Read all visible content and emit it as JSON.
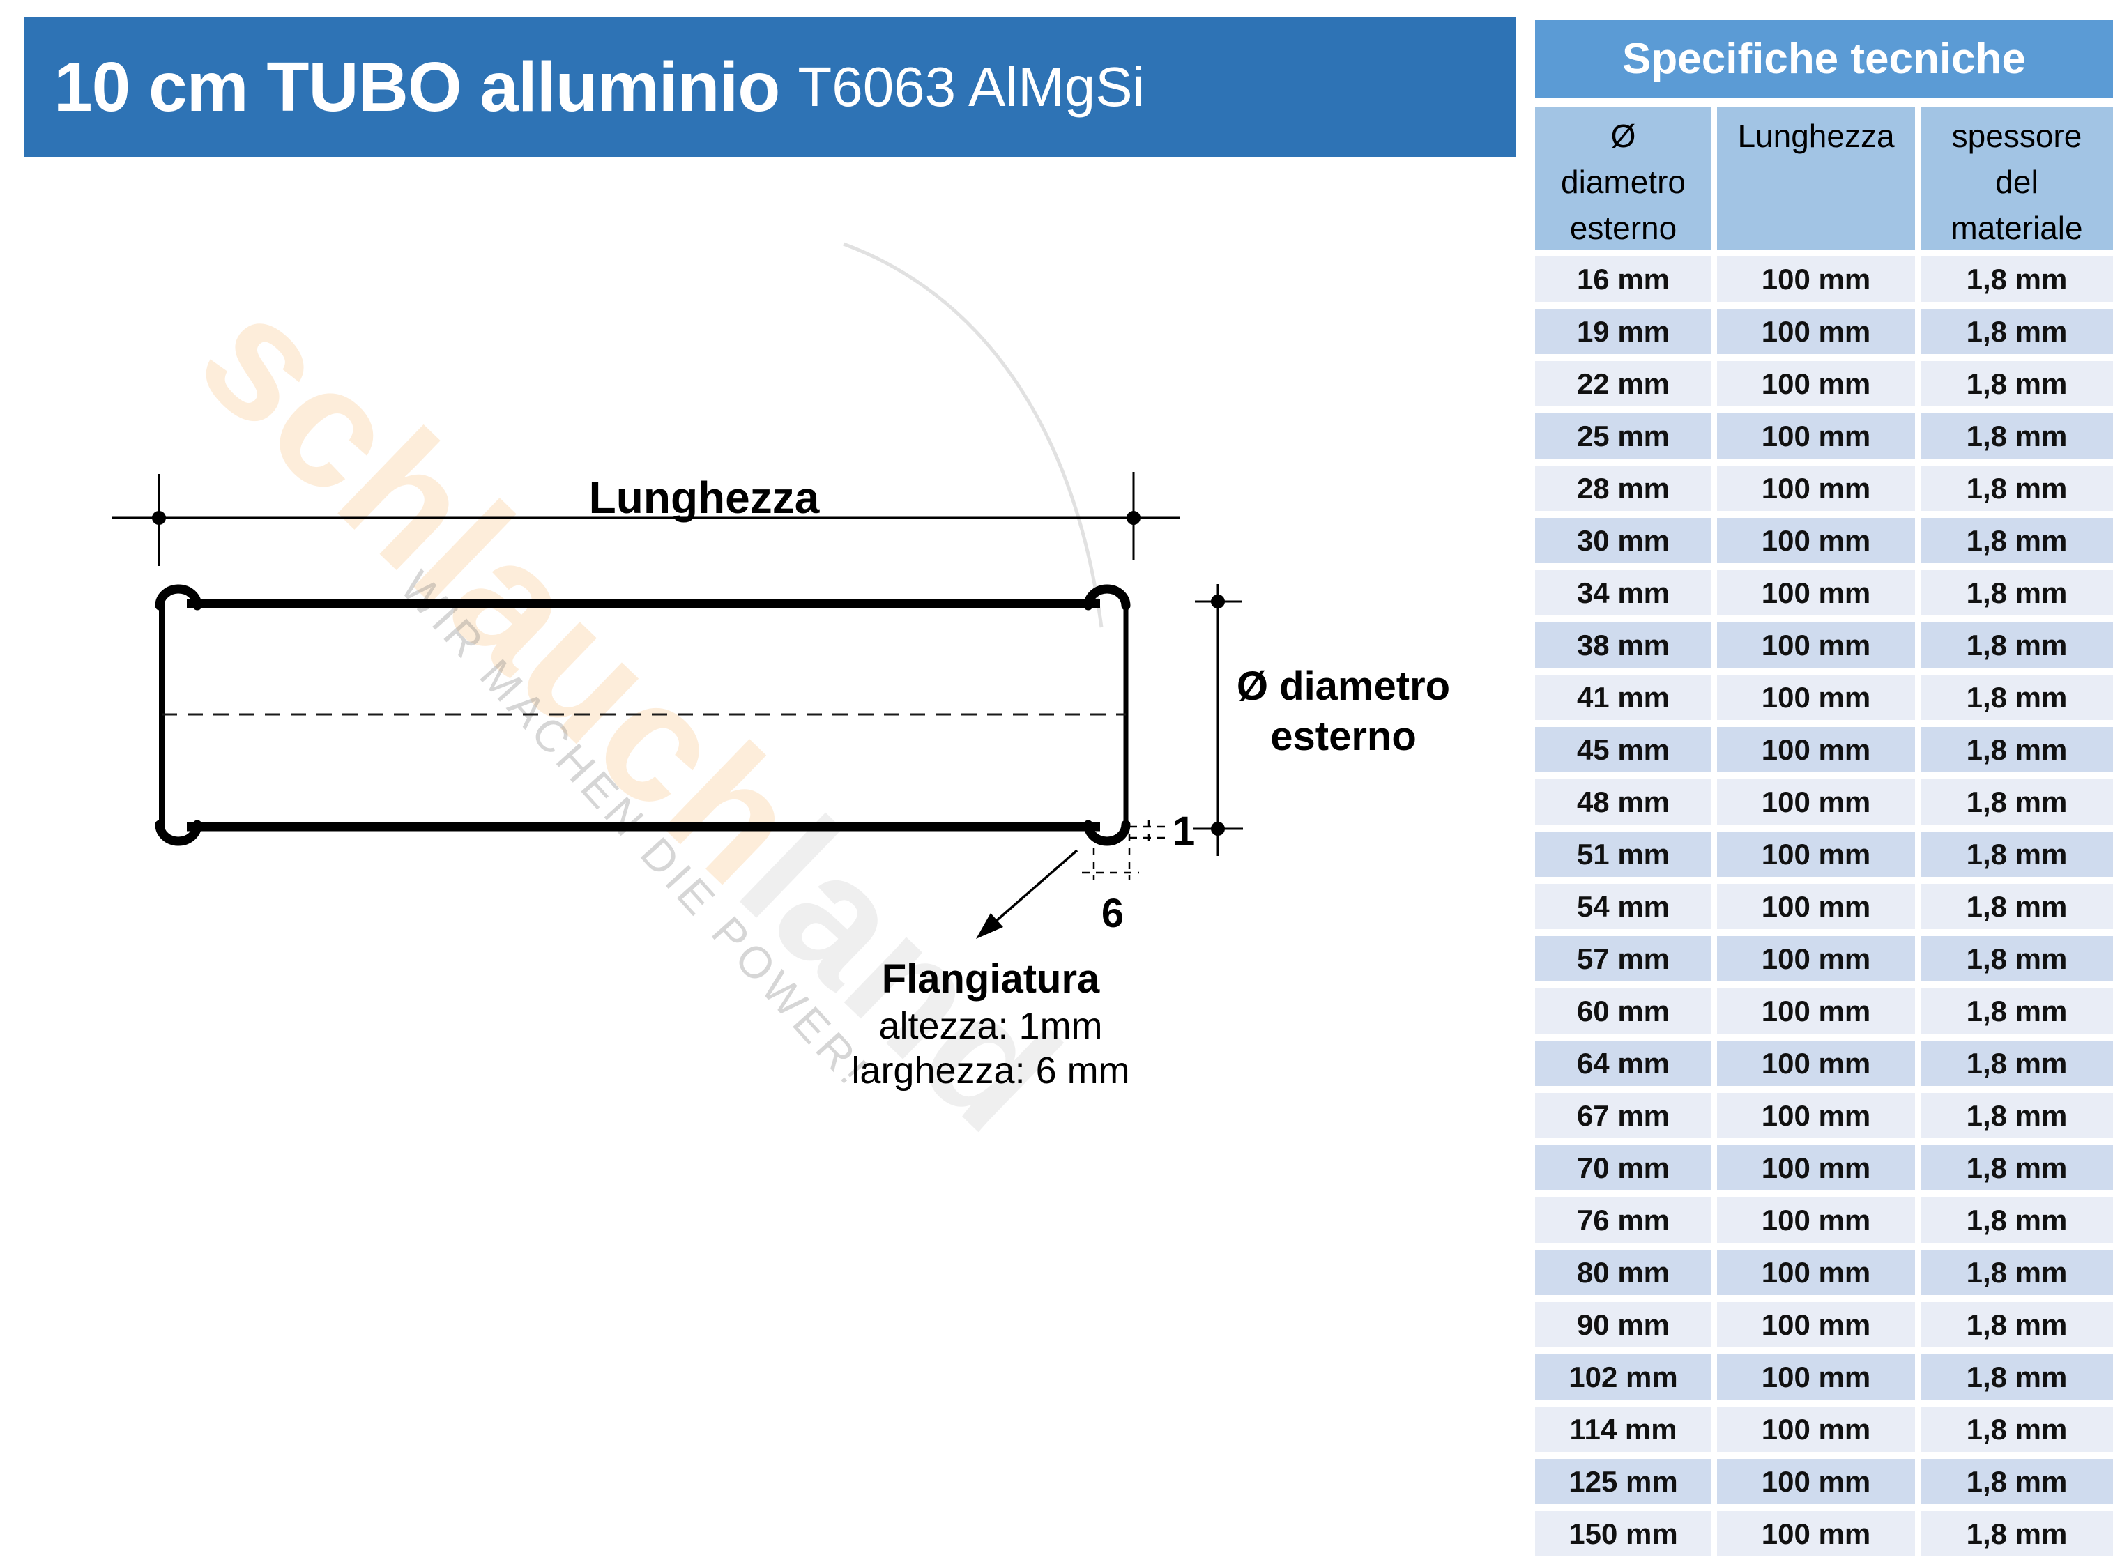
{
  "header": {
    "title_main": "10 cm TUBO alluminio",
    "title_suffix": "T6063 AlMgSi"
  },
  "watermark": {
    "part1": "schlauch",
    "part2": "land",
    "tagline": "WIR MACHEN DIE POWER!"
  },
  "diagram": {
    "length_label": "Lunghezza",
    "diameter_label_line1": "Ø diametro",
    "diameter_label_line2": "esterno",
    "flange_height_value": "1",
    "flange_width_value": "6",
    "flange_title": "Flangiatura",
    "flange_height_text": "altezza: 1mm",
    "flange_width_text": "larghezza: 6 mm"
  },
  "table": {
    "title": "Specifiche tecniche",
    "columns": [
      "Ø\ndiametro\nesterno",
      "Lunghezza",
      "spessore\ndel\nmateriale"
    ],
    "rows": [
      {
        "diameter": "16 mm",
        "length": "100 mm",
        "thickness": "1,8 mm"
      },
      {
        "diameter": "19 mm",
        "length": "100 mm",
        "thickness": "1,8 mm"
      },
      {
        "diameter": "22 mm",
        "length": "100 mm",
        "thickness": "1,8 mm"
      },
      {
        "diameter": "25 mm",
        "length": "100 mm",
        "thickness": "1,8 mm"
      },
      {
        "diameter": "28 mm",
        "length": "100 mm",
        "thickness": "1,8 mm"
      },
      {
        "diameter": "30 mm",
        "length": "100 mm",
        "thickness": "1,8 mm"
      },
      {
        "diameter": "34 mm",
        "length": "100 mm",
        "thickness": "1,8 mm"
      },
      {
        "diameter": "38 mm",
        "length": "100 mm",
        "thickness": "1,8 mm"
      },
      {
        "diameter": "41 mm",
        "length": "100 mm",
        "thickness": "1,8 mm"
      },
      {
        "diameter": "45 mm",
        "length": "100 mm",
        "thickness": "1,8 mm"
      },
      {
        "diameter": "48 mm",
        "length": "100 mm",
        "thickness": "1,8 mm"
      },
      {
        "diameter": "51 mm",
        "length": "100 mm",
        "thickness": "1,8 mm"
      },
      {
        "diameter": "54 mm",
        "length": "100 mm",
        "thickness": "1,8 mm"
      },
      {
        "diameter": "57 mm",
        "length": "100 mm",
        "thickness": "1,8 mm"
      },
      {
        "diameter": "60 mm",
        "length": "100 mm",
        "thickness": "1,8 mm"
      },
      {
        "diameter": "64 mm",
        "length": "100 mm",
        "thickness": "1,8 mm"
      },
      {
        "diameter": "67 mm",
        "length": "100 mm",
        "thickness": "1,8 mm"
      },
      {
        "diameter": "70 mm",
        "length": "100 mm",
        "thickness": "1,8 mm"
      },
      {
        "diameter": "76 mm",
        "length": "100 mm",
        "thickness": "1,8 mm"
      },
      {
        "diameter": "80 mm",
        "length": "100 mm",
        "thickness": "1,8 mm"
      },
      {
        "diameter": "90 mm",
        "length": "100 mm",
        "thickness": "1,8 mm"
      },
      {
        "diameter": "102 mm",
        "length": "100 mm",
        "thickness": "1,8 mm"
      },
      {
        "diameter": "114 mm",
        "length": "100 mm",
        "thickness": "1,8 mm"
      },
      {
        "diameter": "125 mm",
        "length": "100 mm",
        "thickness": "1,8 mm"
      },
      {
        "diameter": "150 mm",
        "length": "100 mm",
        "thickness": "1,8 mm"
      }
    ],
    "colors": {
      "title_bar_bg": "#2E73B5",
      "table_header_bg": "#5B9BD5",
      "column_header_bg": "#A2C4E4",
      "row_light": "#E9EDF6",
      "row_dark": "#CFDBEE",
      "watermark_orange": "#F7A646"
    }
  }
}
